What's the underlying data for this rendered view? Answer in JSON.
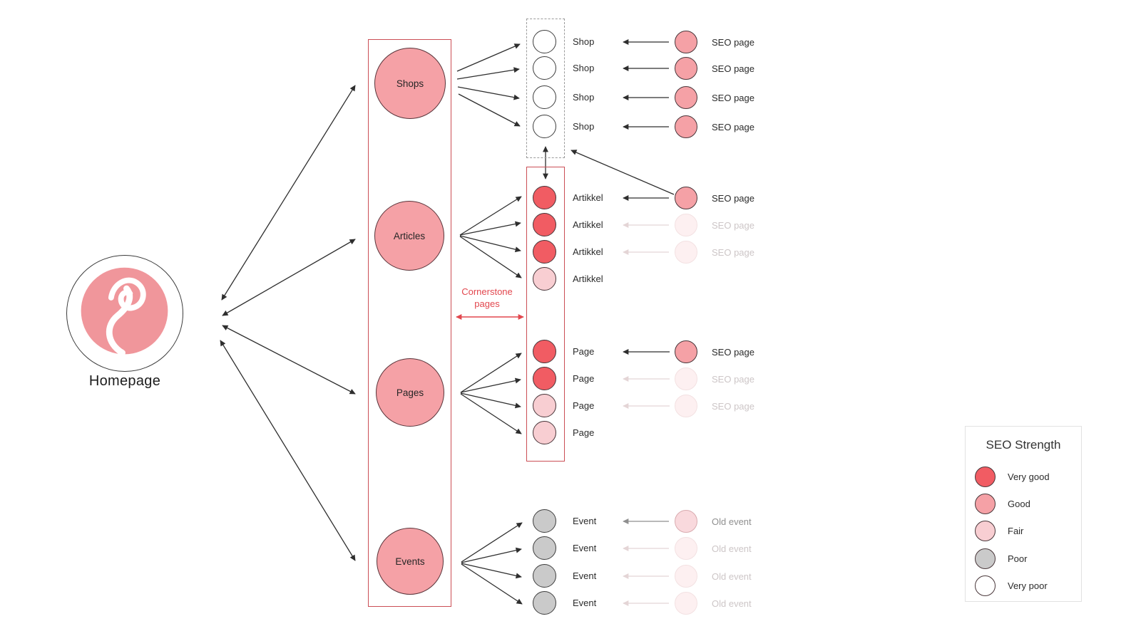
{
  "homepage": {
    "label": "Homepage"
  },
  "cornerstone": {
    "line1": "Cornerstone",
    "line2": "pages"
  },
  "categories": [
    {
      "label": "Shops"
    },
    {
      "label": "Articles"
    },
    {
      "label": "Pages"
    },
    {
      "label": "Events"
    }
  ],
  "nodes": {
    "shops": [
      {
        "label": "Shop"
      },
      {
        "label": "Shop"
      },
      {
        "label": "Shop"
      },
      {
        "label": "Shop"
      }
    ],
    "articles": [
      {
        "label": "Artikkel"
      },
      {
        "label": "Artikkel"
      },
      {
        "label": "Artikkel"
      },
      {
        "label": "Artikkel"
      }
    ],
    "pages": [
      {
        "label": "Page"
      },
      {
        "label": "Page"
      },
      {
        "label": "Page"
      },
      {
        "label": "Page"
      }
    ],
    "events": [
      {
        "label": "Event"
      },
      {
        "label": "Event"
      },
      {
        "label": "Event"
      },
      {
        "label": "Event"
      }
    ]
  },
  "sources": {
    "shops": [
      {
        "label": "SEO page"
      },
      {
        "label": "SEO page"
      },
      {
        "label": "SEO page"
      },
      {
        "label": "SEO page"
      }
    ],
    "articles": [
      {
        "label": "SEO page"
      },
      {
        "label": "SEO page"
      },
      {
        "label": "SEO page"
      }
    ],
    "pages": [
      {
        "label": "SEO page"
      },
      {
        "label": "SEO page"
      },
      {
        "label": "SEO page"
      }
    ],
    "events": [
      {
        "label": "Old event"
      },
      {
        "label": "Old event"
      },
      {
        "label": "Old event"
      },
      {
        "label": "Old event"
      }
    ]
  },
  "legend": {
    "title": "SEO Strength",
    "items": [
      {
        "label": "Very good",
        "color": "#f15c63"
      },
      {
        "label": "Good",
        "color": "#f5a1a6"
      },
      {
        "label": "Fair",
        "color": "#f8ced2"
      },
      {
        "label": "Poor",
        "color": "#cacaca"
      },
      {
        "label": "Very poor",
        "color": "#ffffff"
      }
    ]
  },
  "colors": {
    "very_good": "#f15c63",
    "good": "#f5a1a6",
    "fair": "#f8ced2",
    "poor": "#cacaca",
    "very_poor": "#ffffff",
    "faded_fill": "#fdf0f1",
    "semi_fill": "#f9d9dd",
    "box_red": "#cb4e55",
    "accent_red": "#e2474e",
    "logo_pink": "#f0969b",
    "arrow_dark": "#2e2e2e",
    "arrow_gray": "#8f8f8f",
    "arrow_faded": "#e4d5d6"
  }
}
